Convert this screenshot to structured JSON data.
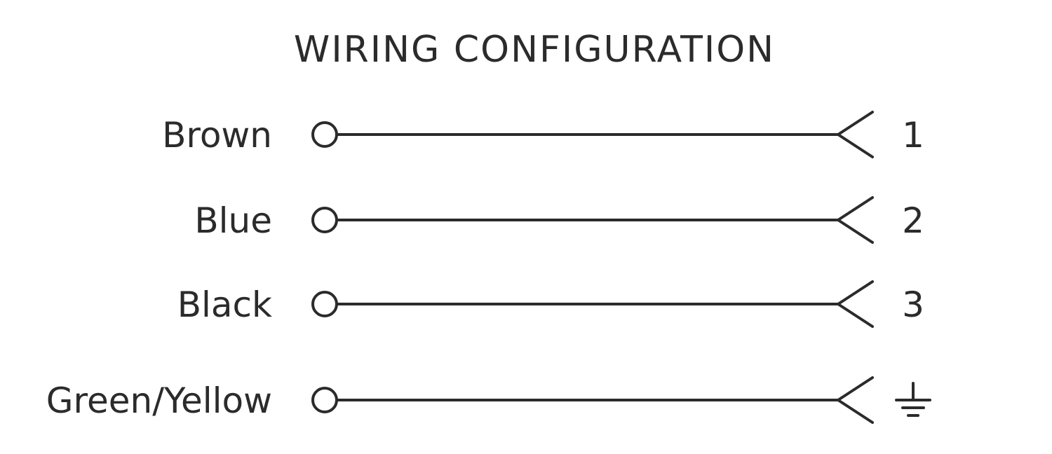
{
  "title": "WIRING CONFIGURATION",
  "wires": [
    {
      "color_name": "Brown",
      "pin": "1",
      "pin_type": "number"
    },
    {
      "color_name": "Blue",
      "pin": "2",
      "pin_type": "number"
    },
    {
      "color_name": "Black",
      "pin": "3",
      "pin_type": "number"
    },
    {
      "color_name": "Green/Yellow",
      "pin": "",
      "pin_type": "ground-icon"
    }
  ],
  "colors": {
    "line": "#2b2b2b",
    "background": "#ffffff"
  }
}
